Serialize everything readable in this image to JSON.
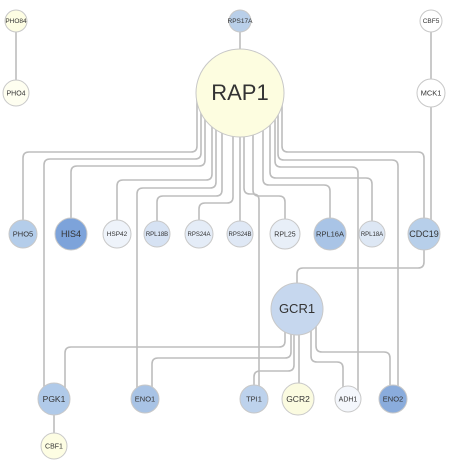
{
  "nodes": {
    "PHO84": {
      "label": "PHO84",
      "color": "#fdfde3"
    },
    "RPS17A": {
      "label": "RPS17A",
      "color": "#b9cfe9"
    },
    "CBF5": {
      "label": "CBF5",
      "color": "#ffffff"
    },
    "PHO4": {
      "label": "PHO4",
      "color": "#fefef0"
    },
    "RAP1": {
      "label": "RAP1",
      "color": "#fdfde0"
    },
    "MCK1": {
      "label": "MCK1",
      "color": "#ffffff"
    },
    "PHO5": {
      "label": "PHO5",
      "color": "#b4cdea"
    },
    "HIS4": {
      "label": "HIS4",
      "color": "#7da3da"
    },
    "HSP42": {
      "label": "HSP42",
      "color": "#eef3fa"
    },
    "RPL18B": {
      "label": "RPL18B",
      "color": "#d6e2f3"
    },
    "RPS24A": {
      "label": "RPS24A",
      "color": "#e4ecf7"
    },
    "RPS24B": {
      "label": "RPS24B",
      "color": "#dfe8f5"
    },
    "RPL25": {
      "label": "RPL25",
      "color": "#e8eff8"
    },
    "RPL16A": {
      "label": "RPL16A",
      "color": "#a9c4e6"
    },
    "RPL18A": {
      "label": "RPL18A",
      "color": "#dde7f4"
    },
    "CDC19": {
      "label": "CDC19",
      "color": "#b7cfea"
    },
    "GCR1": {
      "label": "GCR1",
      "color": "#c6d7ee"
    },
    "PGK1": {
      "label": "PGK1",
      "color": "#b0cae9"
    },
    "ENO1": {
      "label": "ENO1",
      "color": "#a8c3e5"
    },
    "TPI1": {
      "label": "TPI1",
      "color": "#bdd2ec"
    },
    "GCR2": {
      "label": "GCR2",
      "color": "#fbfbe0"
    },
    "ADH1": {
      "label": "ADH1",
      "color": "#f4f7fc"
    },
    "ENO2": {
      "label": "ENO2",
      "color": "#8aacdc"
    },
    "CBF1": {
      "label": "CBF1",
      "color": "#fdfde3"
    }
  },
  "edges": [
    [
      "PHO84",
      "PHO4"
    ],
    [
      "RPS17A",
      "RAP1"
    ],
    [
      "CBF5",
      "MCK1"
    ],
    [
      "MCK1",
      "CDC19"
    ],
    [
      "RAP1",
      "PHO5"
    ],
    [
      "RAP1",
      "HIS4"
    ],
    [
      "RAP1",
      "HSP42"
    ],
    [
      "RAP1",
      "RPL18B"
    ],
    [
      "RAP1",
      "RPS24A"
    ],
    [
      "RAP1",
      "RPS24B"
    ],
    [
      "RAP1",
      "RPL25"
    ],
    [
      "RAP1",
      "RPL16A"
    ],
    [
      "RAP1",
      "RPL18A"
    ],
    [
      "RAP1",
      "CDC19"
    ],
    [
      "RAP1",
      "PGK1"
    ],
    [
      "RAP1",
      "ENO1"
    ],
    [
      "RAP1",
      "TPI1"
    ],
    [
      "RAP1",
      "ADH1"
    ],
    [
      "RAP1",
      "ENO2"
    ],
    [
      "CDC19",
      "GCR1"
    ],
    [
      "GCR1",
      "PGK1"
    ],
    [
      "GCR1",
      "ENO1"
    ],
    [
      "GCR1",
      "TPI1"
    ],
    [
      "GCR1",
      "GCR2"
    ],
    [
      "GCR1",
      "ADH1"
    ],
    [
      "GCR1",
      "ENO2"
    ],
    [
      "PGK1",
      "CBF1"
    ]
  ]
}
